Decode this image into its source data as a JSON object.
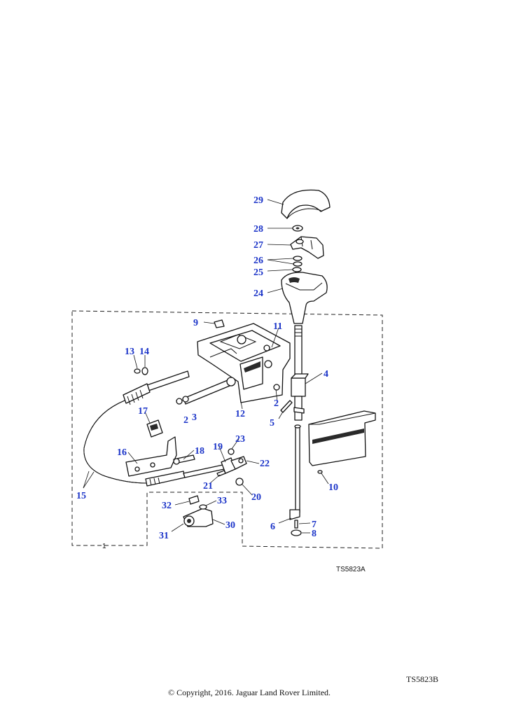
{
  "callouts": {
    "c1": "1",
    "c2a": "2",
    "c2b": "2",
    "c3": "3",
    "c4": "4",
    "c5": "5",
    "c6": "6",
    "c7": "7",
    "c8": "8",
    "c9": "9",
    "c10": "10",
    "c11": "11",
    "c12": "12",
    "c13": "13",
    "c14": "14",
    "c15": "15",
    "c16": "16",
    "c17": "17",
    "c18": "18",
    "c19": "19",
    "c20": "20",
    "c21": "21",
    "c22": "22",
    "c23": "23",
    "c24": "24",
    "c25": "25",
    "c26": "26",
    "c27": "27",
    "c28": "28",
    "c29": "29",
    "c30": "30",
    "c31": "31",
    "c32": "32",
    "c33": "33"
  },
  "drawing_ref": "TS5823A",
  "sheet_ref": "TS5823B",
  "copyright": "© Copyright, 2016. Jaguar Land Rover Limited.",
  "colors": {
    "callout": "#1a33c8",
    "linework": "#111111"
  }
}
